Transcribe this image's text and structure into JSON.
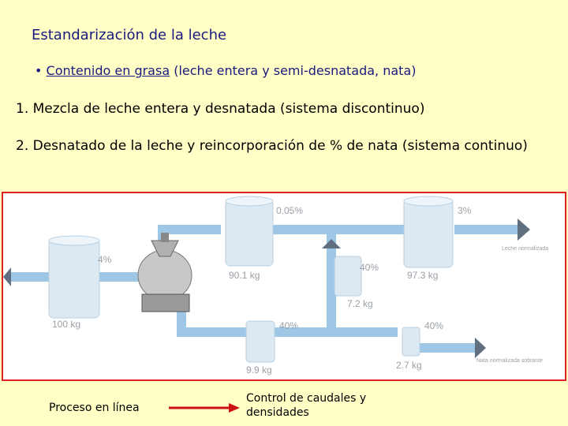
{
  "slide": {
    "title": "Estandarización de la leche",
    "bullet": {
      "marker": "•",
      "emphasis": "Contenido en grasa",
      "rest": "(leche entera y semi-desnatada, nata)"
    },
    "item1": "1. Mezcla de leche entera y desnatada (sistema discontinuo)",
    "item2": "2. Desnatado de la leche y reincorporación de % de nata (sistema continuo)"
  },
  "diagram": {
    "labels": {
      "tank1_pct": "4%",
      "tank1_mass": "100 kg",
      "skim_pct": "0.05%",
      "skim_mass": "90.1 kg",
      "cream_pct": "40%",
      "cream_mass": "7.2 kg",
      "std_pct": "3%",
      "std_mass": "97.3 kg",
      "std_out": "Leche normalizada",
      "cream_tank_pct": "40%",
      "cream_tank_mass": "9.9 kg",
      "surplus_pct": "40%",
      "surplus_mass": "2.7 kg",
      "surplus_out": "Nata normalizada sobrante"
    },
    "colors": {
      "pipe": "#9ec7e6",
      "pipe_dark": "#7fb0d8",
      "arrow": "#5f6f7f",
      "tank": "#dce9f3",
      "frame": "#d22222"
    }
  },
  "legend": {
    "left_label": "Proceso en línea",
    "right_label": "Control de caudales y densidades",
    "arrow_color": "#cc1111"
  }
}
